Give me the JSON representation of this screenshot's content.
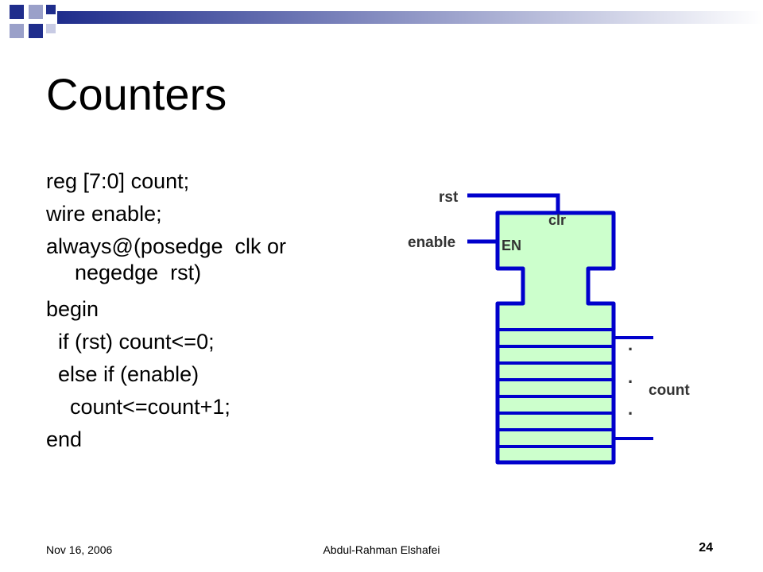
{
  "slide": {
    "title": "Counters",
    "code_lines": [
      "reg [7:0] count;",
      "wire enable;",
      "always@(posedge  clk or",
      "negedge  rst)",
      "begin",
      "  if (rst) count<=0;",
      "  else if (enable)",
      "    count<=count+1;",
      "end"
    ],
    "diagram": {
      "rst_label": "rst",
      "clr_label": "clr",
      "enable_label": "enable",
      "en_label": "EN",
      "count_label": "count",
      "dots": ".",
      "fill_color": "#ccffcc",
      "wire_color": "#0000cc"
    },
    "footer": {
      "date": "Nov 16, 2006",
      "author": "Abdul-Rahman Elshafei",
      "page": "24"
    },
    "accent_colors": [
      "#1f2d8c",
      "#8f97c8",
      "#ffffff"
    ]
  }
}
